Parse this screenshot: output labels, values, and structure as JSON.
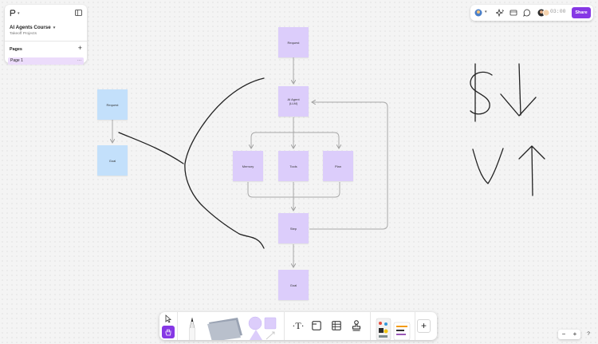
{
  "file": {
    "title": "AI Agents Course",
    "subtitle": "Takeoff Projects",
    "pages_label": "Pages",
    "current_page": "Page 1"
  },
  "toolbar": {
    "timer": "03:00",
    "share_label": "Share"
  },
  "stickies": {
    "request_top": "Request",
    "ai_agent": "AI Agent\n(LLM)",
    "memory": "Memory",
    "tools": "Tools",
    "plan": "Plan",
    "step": "Step",
    "goal_bottom": "Goal",
    "request_left": "Request",
    "goal_left": "Goal"
  },
  "zoom": {
    "minus": "−",
    "plus": "+"
  },
  "help": "?",
  "colors": {
    "sticky_purple": "#dccdfb",
    "sticky_blue": "#c3e0fb",
    "accent": "#8638e5",
    "connector": "#a3a3a3"
  },
  "icons": {
    "file_logo": "figjam-logo-icon",
    "sidebar_toggle": "sidebar-toggle-icon",
    "add_page": "plus-icon",
    "page_more": "more-icon",
    "avatar": "avatar-icon",
    "ai": "sparkle-icon",
    "present": "present-icon",
    "comment": "comment-icon",
    "select": "cursor-icon",
    "hand": "hand-icon",
    "marker": "marker-icon",
    "sticky": "sticky-note-icon",
    "shapes": "shapes-icon",
    "text": "text-icon",
    "section": "section-icon",
    "table": "table-icon",
    "stamp": "stamp-icon",
    "stickers": "stickers-icon",
    "more_tools": "plus-icon"
  }
}
